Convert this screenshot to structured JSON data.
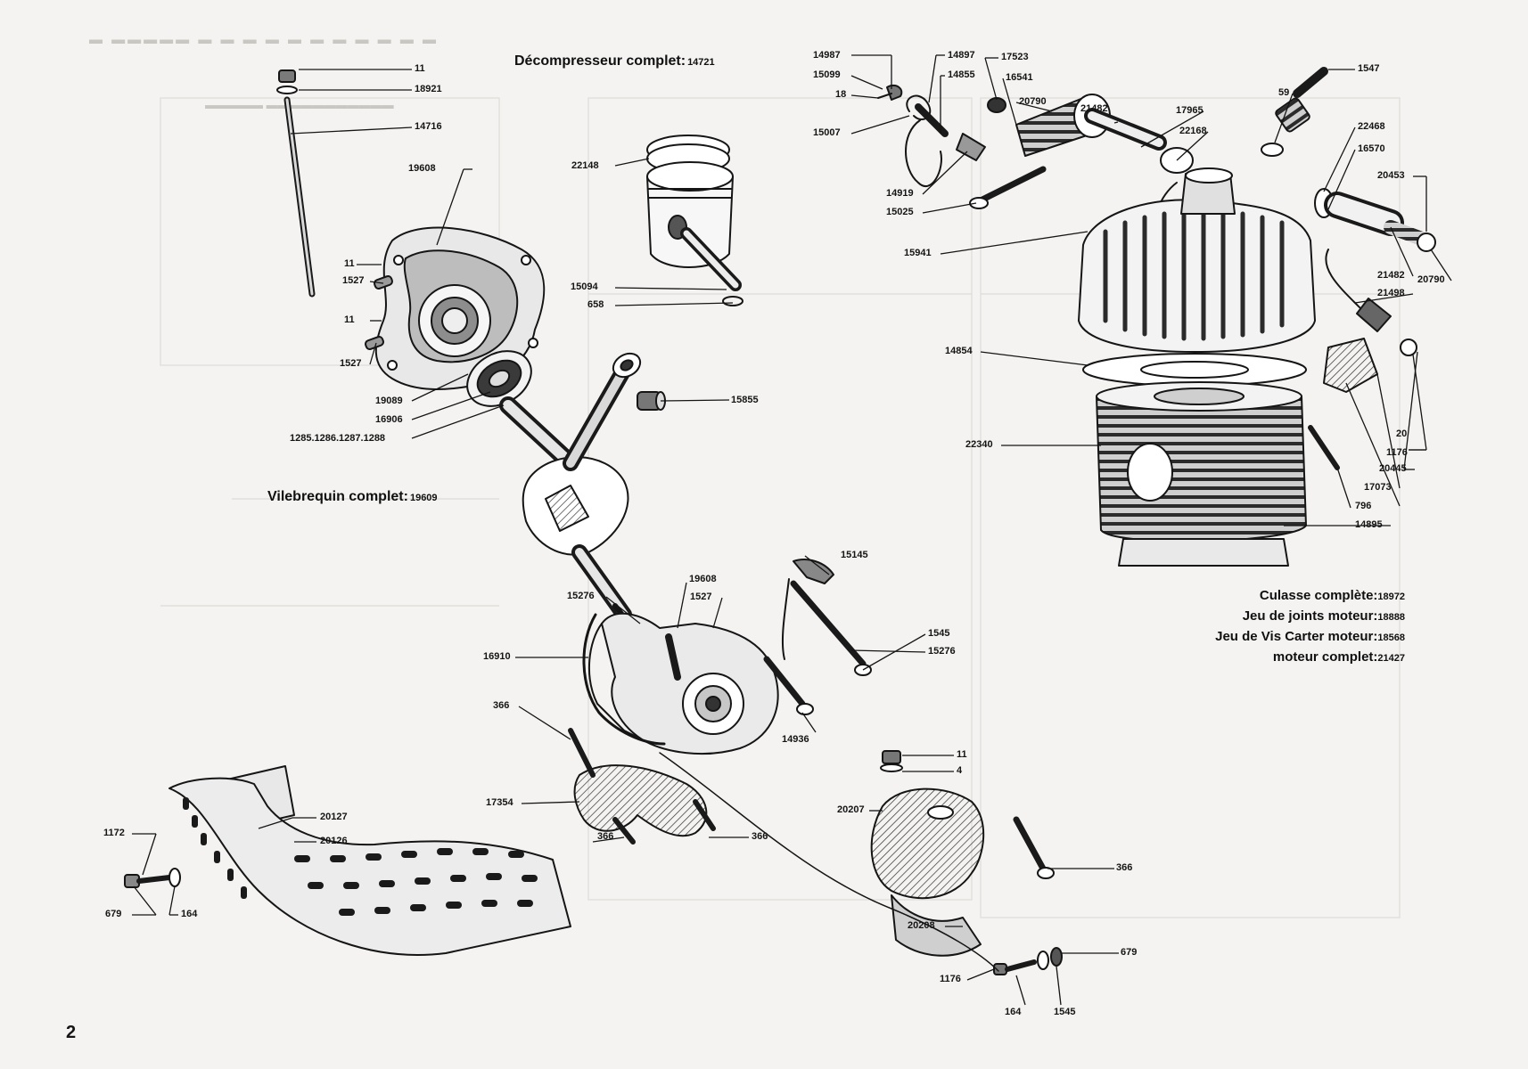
{
  "page_number": "2",
  "titles": {
    "decompresseur": {
      "label": "Décompresseur complet:",
      "number": "14721"
    },
    "vilebrequin": {
      "label": "Vilebrequin complet:",
      "number": "19609"
    }
  },
  "assemblies": [
    {
      "label": "Culasse complète:",
      "number": "18972"
    },
    {
      "label": "Jeu de joints moteur:",
      "number": "18888"
    },
    {
      "label": "Jeu de Vis Carter moteur:",
      "number": "18568"
    },
    {
      "label": "moteur complet:",
      "number": "21427"
    }
  ],
  "part_labels": [
    "11",
    "18921",
    "14716",
    "19608",
    "11",
    "1527",
    "11",
    "1527",
    "19089",
    "16906",
    "1285.1286.1287.1288",
    "22148",
    "15094",
    "658",
    "15855",
    "14987",
    "15099",
    "18",
    "15007",
    "14897",
    "14855",
    "14919",
    "15025",
    "17523",
    "16541",
    "20790",
    "21482",
    "17965",
    "22168",
    "15941",
    "1547",
    "59",
    "22468",
    "16570",
    "20453",
    "21482",
    "20790",
    "21498",
    "14854",
    "22340",
    "20",
    "1176",
    "20445",
    "17073",
    "796",
    "14895",
    "15145",
    "19608",
    "1527",
    "15276",
    "16910",
    "1545",
    "15276",
    "366",
    "14936",
    "17354",
    "366",
    "366",
    "11",
    "4",
    "20207",
    "20127",
    "20126",
    "1172",
    "679",
    "164",
    "366",
    "20208",
    "1176",
    "164",
    "1545",
    "679"
  ],
  "ink_color": "#151515",
  "paper_color": "#f4f3f1"
}
